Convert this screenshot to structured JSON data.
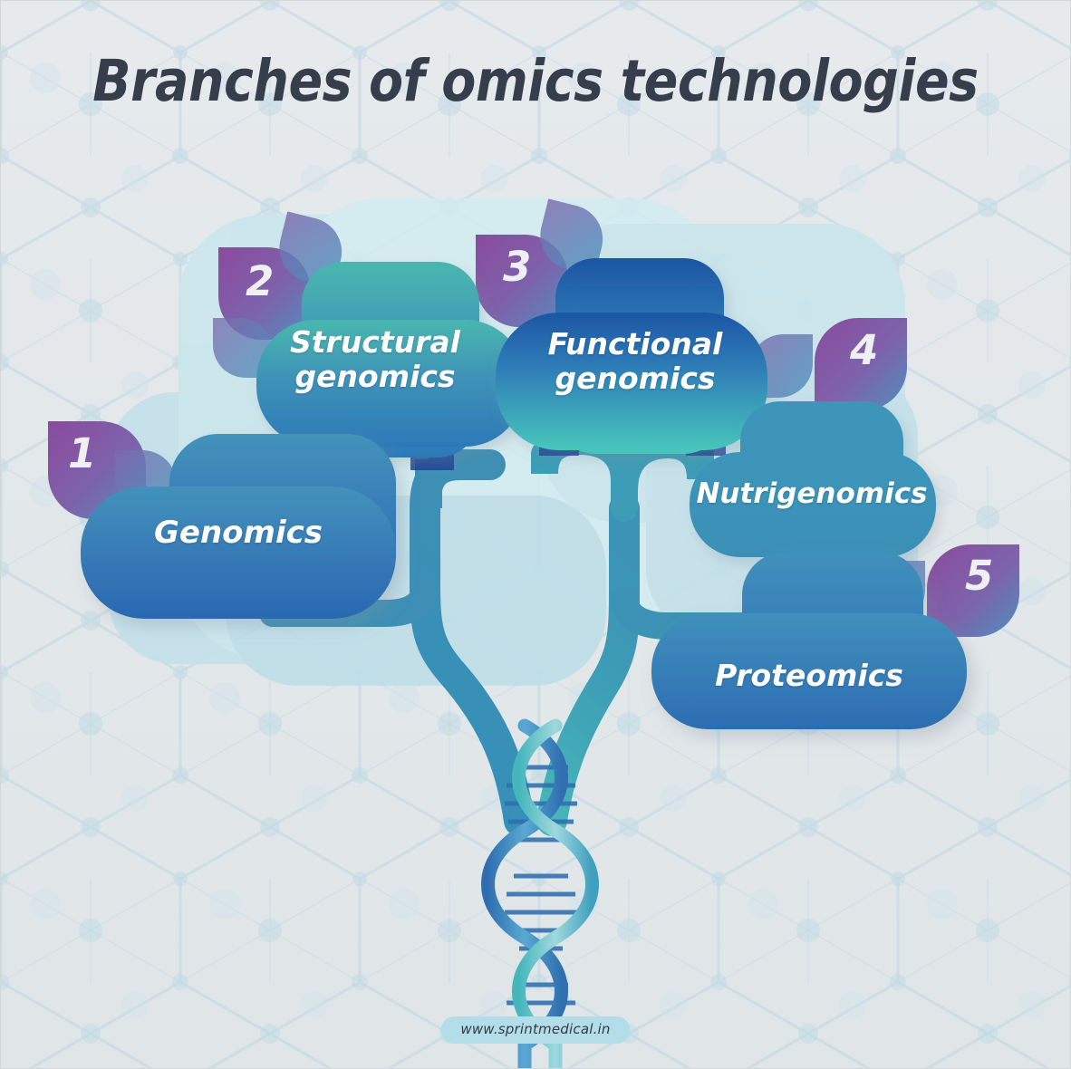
{
  "title": "Branches of omics technologies",
  "footer": {
    "watermark": "www.sprintmedical.in"
  },
  "colors": {
    "background": "#e3e8ea",
    "backdrop_panel": "#bfe0e8",
    "title_text": "#363e4b",
    "node_text": "#ffffff",
    "badge_purple": "#8e4f9e",
    "badge_blue": "#5b8fc0",
    "badge_number_text": "#eef0f3",
    "branch_blue": "#3d8fb5",
    "branch_teal": "#3eb3b6",
    "dna_blue": "#2f6fb0",
    "dna_teal": "#45b6bc",
    "hex_pattern": "#b9d4e0",
    "watermark_pill": "#b3dde8",
    "watermark_text": "#333b44"
  },
  "diagram": {
    "type": "tree",
    "root_label": "DNA double helix trunk",
    "node_count": 5,
    "nodes": [
      {
        "number": "1",
        "label": "Genomics",
        "shape": "cloud",
        "fill_top": "#3f8ab3",
        "fill_bottom": "#2f6eb2",
        "badge_side": "left"
      },
      {
        "number": "2",
        "label": "Structural\ngenomics",
        "shape": "cloud",
        "fill_top": "#45b3ae",
        "fill_bottom": "#2e7bb8",
        "badge_side": "left"
      },
      {
        "number": "3",
        "label": "Functional\ngenomics",
        "shape": "cloud",
        "fill_top": "#1e5aa8",
        "fill_bottom": "#44c2bb",
        "badge_side": "left"
      },
      {
        "number": "4",
        "label": "Nutrigenomics",
        "shape": "cloud",
        "fill_top": "#3b93b8",
        "fill_bottom": "#3b93b8",
        "badge_side": "right"
      },
      {
        "number": "5",
        "label": "Proteomics",
        "shape": "cloud",
        "fill_top": "#3e8cbc",
        "fill_bottom": "#2d6fb3",
        "badge_side": "right"
      }
    ]
  }
}
